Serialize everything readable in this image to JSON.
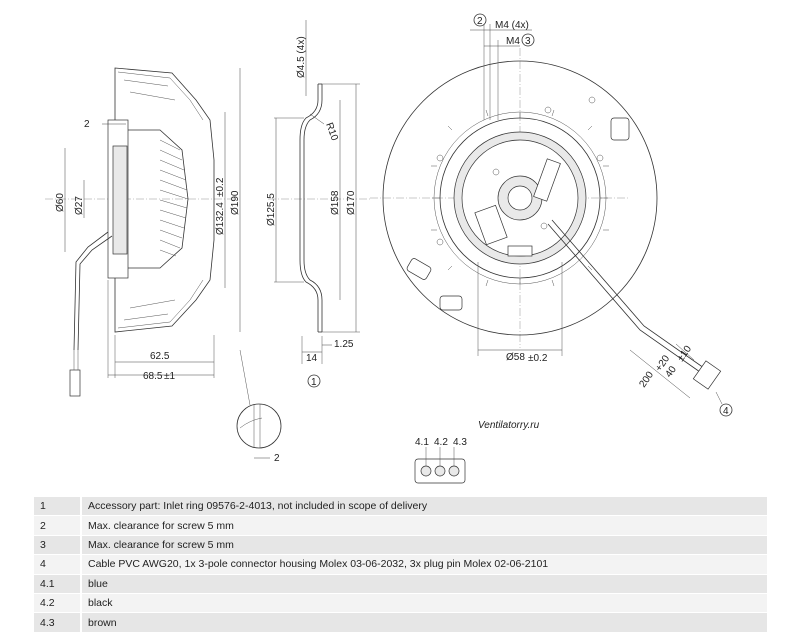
{
  "drawing": {
    "side": {
      "clearance": "2",
      "d60": "Ø60",
      "d27": "Ø27",
      "d132": "Ø132.4",
      "d132_tol": "±0.2",
      "d190": "Ø190",
      "len62": "62.5",
      "len68": "68.5",
      "len68_tol": "±1"
    },
    "section": {
      "hole": "Ø4.5 (4x)",
      "radius": "R10",
      "d125": "Ø125.5",
      "d158": "Ø158",
      "d170": "Ø170",
      "w14": "14",
      "w125": "1.25",
      "callout1": "1"
    },
    "front": {
      "callout2": "2",
      "m4x4": "M4 (4x)",
      "m4": "M4",
      "callout3": "3",
      "d58": "Ø58",
      "d58_tol": "±0.2",
      "cable200": "200",
      "cable200_tol": "+20",
      "cable40": "40",
      "cable40_tol": "±10",
      "callout4": "4"
    },
    "detail": {
      "clearance": "2"
    },
    "connector": {
      "pin1": "4.1",
      "pin2": "4.2",
      "pin3": "4.3"
    },
    "watermark": "Ventilatorry.ru"
  },
  "legend": [
    {
      "key": "1",
      "text": "Accessory part: Inlet ring 09576-2-4013, not included in scope of delivery"
    },
    {
      "key": "2",
      "text": "Max. clearance for screw 5 mm"
    },
    {
      "key": "3",
      "text": "Max. clearance for screw 5 mm"
    },
    {
      "key": "4",
      "text": "Cable PVC AWG20, 1x 3-pole connector housing Molex 03-06-2032, 3x plug pin Molex 02-06-2101"
    },
    {
      "key": "4.1",
      "text": "blue"
    },
    {
      "key": "4.2",
      "text": "black"
    },
    {
      "key": "4.3",
      "text": "brown"
    }
  ]
}
